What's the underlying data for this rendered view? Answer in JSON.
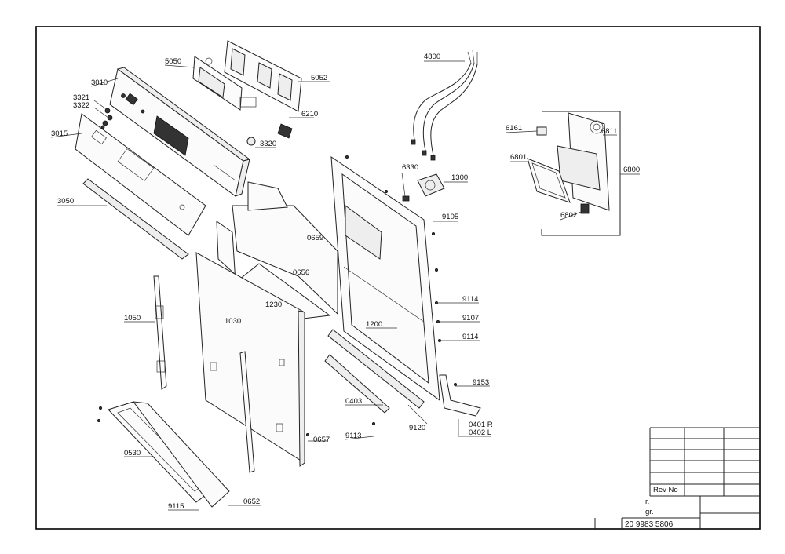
{
  "labels": {
    "p5050": "5050",
    "p5052": "5052",
    "p3010": "3010",
    "p3321": "3321",
    "p3322": "3322",
    "p3015": "3015",
    "p6210": "6210",
    "p3320": "3320",
    "p3050": "3050",
    "p4800": "4800",
    "p6330": "6330",
    "p1300": "1300",
    "p9105": "9105",
    "p6161": "6161",
    "p6811": "6811",
    "p6801": "6801",
    "p6800": "6800",
    "p6802": "6802",
    "p0659": "0659",
    "p0656": "0656",
    "p1230": "1230",
    "p1030": "1030",
    "p1050": "1050",
    "p1200": "1200",
    "p9114a": "9114",
    "p9107": "9107",
    "p9114b": "9114",
    "p9153": "9153",
    "p0403": "0403",
    "p9120": "9120",
    "p0401": "0401 R",
    "p0402": "0402 L",
    "p9113": "9113",
    "p0657": "0657",
    "p0530": "0530",
    "p0652": "0652",
    "p9115": "9115"
  },
  "title_block": {
    "rev_label": "Rev No",
    "row1": "r.",
    "row2": "gr.",
    "drawing_number": "20 9983 5806"
  }
}
